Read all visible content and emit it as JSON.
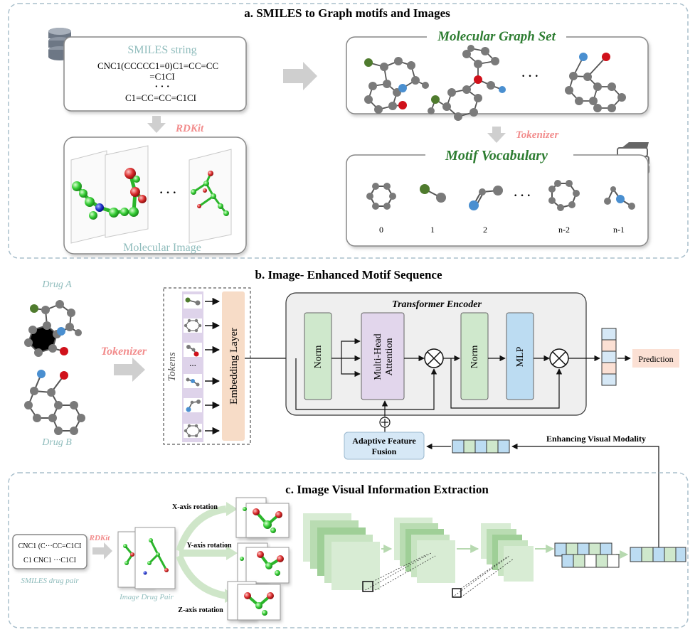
{
  "section_a": {
    "title": "a. SMILES to Graph motifs and Images",
    "smiles_box": {
      "label": "SMILES string",
      "line1": "CNC1(CCCCC1=0)C1=CC=CC",
      "line2": "=C1CI",
      "ellipsis": "· · ·",
      "line3": "C1=CC=CC=C1CI"
    },
    "rdkit_label": "RDKit",
    "image_box": {
      "label": "Molecular Image",
      "ellipsis": "· · ·"
    },
    "graph_set": {
      "label": "Molecular Graph  Set",
      "ellipsis": "· · ·"
    },
    "tokenizer_label": "Tokenizer",
    "vocab": {
      "label": "Motif   Vocabulary",
      "indices": [
        "0",
        "1",
        "2",
        "n-2",
        "n-1"
      ],
      "ellipsis": "· · ·"
    }
  },
  "section_b": {
    "title": "b. Image- Enhanced Motif Sequence",
    "drug_a": "Drug A",
    "drug_b": "Drug B",
    "tokenizer_label": "Tokenizer",
    "tokens_label": "Tokens",
    "token_ellipsis": "...",
    "embedding_label": "Embedding Layer",
    "encoder_title": "Transformer Encoder",
    "norm1": "Norm",
    "mha_line1": "Multi-Head",
    "mha_line2": "Attention",
    "norm2": "Norm",
    "mlp": "MLP",
    "prediction": "Prediction",
    "fusion_line1": "Adaptive Feature",
    "fusion_line2": "Fusion",
    "enhancing_label": "Enhancing Visual Modality"
  },
  "section_c": {
    "title": "c. Image Visual Information Extraction",
    "pair_line1": "CNC1 (C···CC=C1CI",
    "pair_line2": "C1 CNC1   ···C1CI",
    "smiles_pair_label": "SMILES drug pair",
    "rdkit_label": "RDKit",
    "image_pair_label": "Image Drug Pair",
    "x_rot": "X-axis rotation",
    "y_rot": "Y-axis rotation",
    "z_rot": "Z-axis rotation"
  },
  "colors": {
    "dashed_border": "#a9bfcc",
    "green_title": "#2e7d32",
    "pink_label": "#f28c8c",
    "teal_label": "#8fbcbc",
    "norm_green": "#cfe8cc",
    "mha_purple": "#e2d6ec",
    "mlp_blue": "#bcdcf2",
    "embedding_peach": "#f7dcc7",
    "prediction_peach": "#fbe0d4",
    "fusion_blue": "#d6e8f6",
    "atom_gray": "#7a7a7a",
    "atom_red": "#d0111b",
    "atom_blue": "#4a8fd0",
    "atom_green": "#4f7b2e"
  },
  "icons": [
    "database-icon",
    "books-icon",
    "arrow-right-icon",
    "arrow-down-icon",
    "multiply-circle-icon",
    "plus-circle-icon"
  ]
}
